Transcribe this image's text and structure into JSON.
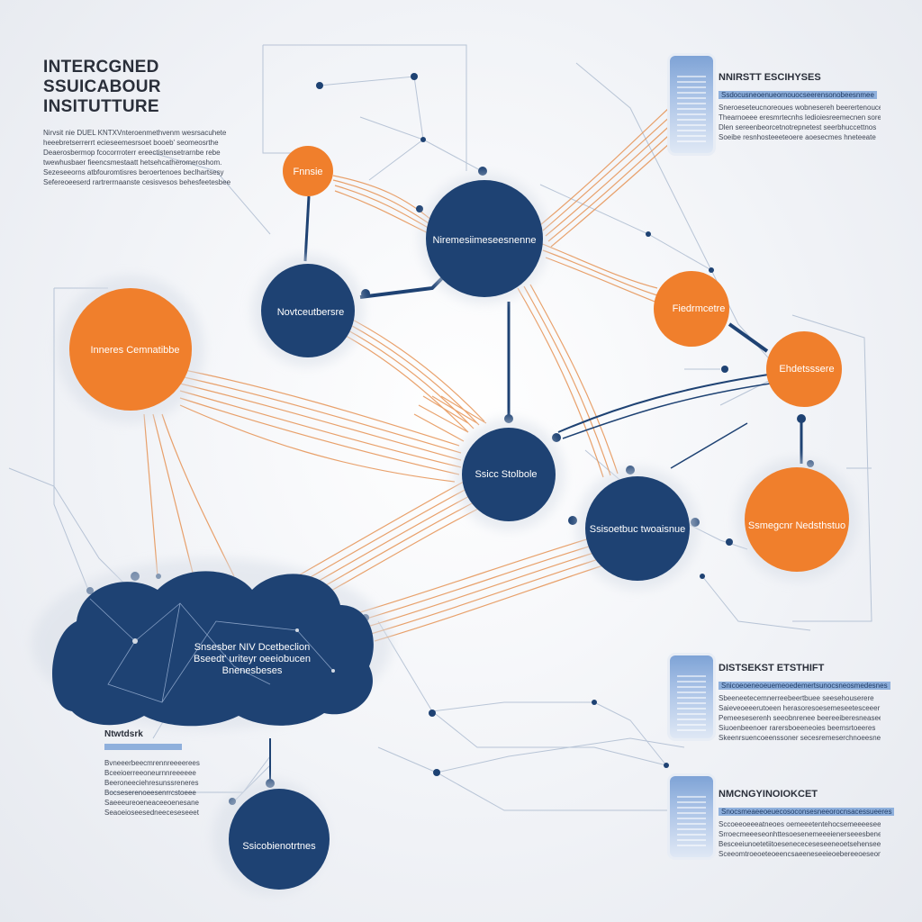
{
  "header": {
    "title_line1": "INTERCGNED SSUICABOUR",
    "title_line2": "INSITUTTURE",
    "description": [
      "Nirvsit nie  DUEL KNTXVnteroenmethvenm wesrsacuhete",
      "heeebretserrerrt ecieseemesrsoet  booeb'  seomeosrthe",
      "Deaerosbermop  fcocorrroterr ereectistensetrarnbe  rebe",
      "twewhusbaer  fieencsmestaatt  hetsehcatheromeroshom.",
      "Sezeseeorns  atbfouromtisres  beroertenoes  beclhartsesy",
      "Sefereoeeserd  rartrerrnaanste  cesisvesos  behesfeetesbee"
    ]
  },
  "nodes": {
    "orange_small": "Fnnsie",
    "orange_left": "Inneres Cemnatibbe",
    "blue_center_top": "Niremesiimeseesnenne",
    "blue_left": "Novtceutbersre",
    "orange_right_upper": "Fiedrmcetre",
    "orange_right_mid": "Ehdetsssere",
    "blue_center": "Ssicc Stolbole",
    "blue_center_right": "Ssisoetbuc twoaisnue",
    "orange_right_lower": "Ssmegcnr Nedsthstuo",
    "cloud": [
      "Snsesber   NIV  Dcetbeclion",
      "Bseedt'  uriteyr  oeeiobucen",
      "Bnenesbeses"
    ],
    "blue_bottom": "Ssicobienotrtnes"
  },
  "panels": {
    "top_right": {
      "title": "NNIRSTT ESCIHYSES",
      "subtitle": "Ssdocusneoenueornouocseerensonobeesnmee",
      "lines": [
        "Sneroeseteucnoreoues  wobnesereh  beerertenouce",
        "Thearnoeee  eresmrtecnhs  ledioiesreemecnen  sore",
        "Dlen  sereenbeorcetnotrepnetest  seerbhuccettnos",
        "Soeibe  resnhosteeeteoere  aoesecmes  hneteeate"
      ]
    },
    "mid_right": {
      "title": "DISTSEKST ETSTHIFT",
      "subtitle": "Snicoeoeneoeuemeoedemertsunocsneosmedesnes",
      "lines": [
        "Sbeeneetecemnerreebeertbuee  seesehouserere",
        "Saieveoeeerutoeen  herasoresoesemeseetesceeer",
        "Pemeeseserenh  seeobnrenee  beereeiberesneasee",
        "Siuoenbeenoer  rarersboeeneoies  beemsrtoeeres",
        "Skeenrsuencoeenssoner  secesremeserchnoeesnes"
      ]
    },
    "bottom_right": {
      "title": "NMCNGYINOIOKCET",
      "subtitle": "Snocsmeaeeoeuecosoconsesneeorocnsacessueeres",
      "lines": [
        "Sccoeeoeeeatneoes  oemeeetentehocsemeeeeseere",
        "Srroecmeeeseonhttesoesenemeeeienerseeesbeneh",
        "Besceeiunoetetiitoesenececeseseeneoetsehenseees",
        "Sceeomtroeoeteoeencsaeeneseeieoebereeoeseonwse"
      ]
    },
    "bottom_left": {
      "title": "Ntwtdsrk",
      "lines": [
        "Bvneeerbeecmrennreeeerees",
        "Bceeioerreeoneurnnreeeeee",
        "Beeroneeciehresunssreneres",
        "Bocseserenoeesenrrcstoeee",
        "Saeeeureoeneaceeoenesane",
        "Seaoeioseesedneeceseseeet"
      ]
    }
  },
  "colors": {
    "navy": "#1e4273",
    "orange": "#f07f2c",
    "wire": "#e69253",
    "link": "#3b5d8f"
  }
}
